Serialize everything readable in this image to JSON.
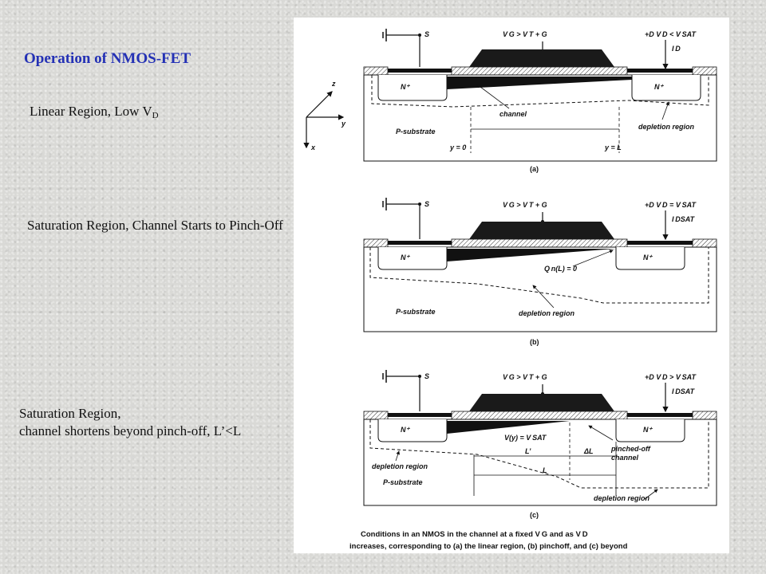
{
  "slide": {
    "title": "Operation of NMOS-FET",
    "linear_label": "Linear Region, Low V",
    "linear_label_sub": "D",
    "saturation_label": "Saturation Region, Channel Starts to Pinch-Off",
    "shortening_label_line1": "Saturation Region,",
    "shortening_label_line2": "channel shortens beyond pinch-off, L’<L"
  },
  "figure": {
    "panel_a": {
      "source": "S",
      "gate": "V G > V T + G",
      "drain": "+D  V D < V SAT",
      "current": "I D",
      "n_left": "N⁺",
      "n_right": "N⁺",
      "channel": "channel",
      "depletion": "depletion region",
      "substrate": "P-substrate",
      "y0": "y = 0",
      "yL": "y = L",
      "axis_z": "z",
      "axis_y": "y",
      "axis_x": "x",
      "tag": "(a)"
    },
    "panel_b": {
      "source": "S",
      "gate": "V G > V T + G",
      "drain": "+D  V D = V SAT",
      "current": "I DSAT",
      "n_left": "N⁺",
      "n_right": "N⁺",
      "pinch": "Q n(L) = 0",
      "depletion": "depletion region",
      "substrate": "P-substrate",
      "tag": "(b)"
    },
    "panel_c": {
      "source": "S",
      "gate": "V G > V T + G",
      "drain": "+D  V D > V SAT",
      "current": "I DSAT",
      "n_left": "N⁺",
      "n_right": "N⁺",
      "vy": "V(y) = V SAT",
      "pinched1": "pinched-off",
      "pinched2": "channel",
      "depletion_left": "depletion region",
      "depletion_bottom": "depletion region",
      "substrate": "P-substrate",
      "l_prime": "L’",
      "delta_l": "ΔL",
      "l": "L",
      "tag": "(c)"
    },
    "caption_line1": "Conditions in an NMOS in the channel at a fixed V G and as V D",
    "caption_line2": "increases, corresponding to (a) the linear region, (b) pinchoff, and (c) beyond"
  }
}
